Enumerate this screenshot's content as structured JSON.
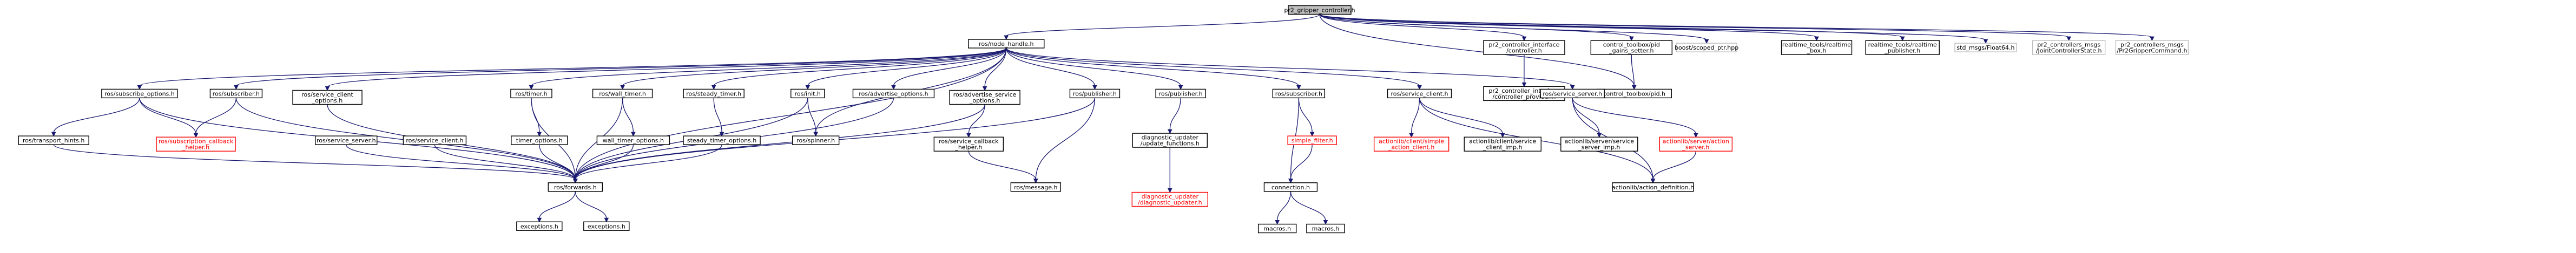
{
  "graph": {
    "root": "pr2_gripper_controller.h",
    "colors": {
      "edge": "#191970",
      "root_fill": "#bfbfbf",
      "missing_border": "#ff0000",
      "external_border": "#bfbfbf"
    },
    "nodes": [
      {
        "id": "root",
        "lines": [
          "pr2_gripper_controller.h"
        ],
        "style": "root"
      },
      {
        "id": "node_handle",
        "lines": [
          "ros/node_handle.h"
        ]
      },
      {
        "id": "pci",
        "lines": [
          "pr2_controller_interface",
          "/controller.h"
        ]
      },
      {
        "id": "pid_gains",
        "lines": [
          "control_toolbox/pid",
          "_gains_setter.h"
        ]
      },
      {
        "id": "scoped_ptr",
        "lines": [
          "boost/scoped_ptr.hpp"
        ],
        "style": "ext"
      },
      {
        "id": "rt_box",
        "lines": [
          "realtime_tools/realtime",
          "_box.h"
        ]
      },
      {
        "id": "rt_pub",
        "lines": [
          "realtime_tools/realtime",
          "_publisher.h"
        ]
      },
      {
        "id": "float64",
        "lines": [
          "std_msgs/Float64.h"
        ],
        "style": "ext"
      },
      {
        "id": "jcs",
        "lines": [
          "pr2_controllers_msgs",
          "/JointControllerState.h"
        ],
        "style": "ext"
      },
      {
        "id": "gripcmd",
        "lines": [
          "pr2_controllers_msgs",
          "/Pr2GripperCommand.h"
        ],
        "style": "ext"
      },
      {
        "id": "pci_prov",
        "lines": [
          "pr2_controller_interface",
          "/controller_provider.h"
        ]
      },
      {
        "id": "pid",
        "lines": [
          "control_toolbox/pid.h"
        ]
      },
      {
        "id": "sub_opts",
        "lines": [
          "ros/subscribe_options.h"
        ]
      },
      {
        "id": "subscriber",
        "lines": [
          "ros/subscriber.h"
        ]
      },
      {
        "id": "svc_client_opts",
        "lines": [
          "ros/service_client",
          "_options.h"
        ]
      },
      {
        "id": "timer",
        "lines": [
          "ros/timer.h"
        ]
      },
      {
        "id": "wall_timer",
        "lines": [
          "ros/wall_timer.h"
        ]
      },
      {
        "id": "steady_timer",
        "lines": [
          "ros/steady_timer.h"
        ]
      },
      {
        "id": "init",
        "lines": [
          "ros/init.h"
        ]
      },
      {
        "id": "adv_opts",
        "lines": [
          "ros/advertise_options.h"
        ]
      },
      {
        "id": "adv_svc_opts",
        "lines": [
          "ros/advertise_service",
          "_options.h"
        ]
      },
      {
        "id": "publisher",
        "lines": [
          "ros/publisher.h"
        ]
      },
      {
        "id": "pub_h",
        "lines": [
          "ros/publisher.h"
        ]
      },
      {
        "id": "subscriber2",
        "lines": [
          "ros/subscriber.h"
        ]
      },
      {
        "id": "svc_client",
        "lines": [
          "ros/service_client.h"
        ]
      },
      {
        "id": "svc_server",
        "lines": [
          "ros/service_server.h"
        ]
      },
      {
        "id": "transport_hints",
        "lines": [
          "ros/transport_hints.h"
        ]
      },
      {
        "id": "sub_cb_helper",
        "lines": [
          "ros/subscription_callback",
          "_helper.h"
        ],
        "style": "red"
      },
      {
        "id": "svc_server_h",
        "lines": [
          "ros/service_server.h"
        ]
      },
      {
        "id": "svc_client_h",
        "lines": [
          "ros/service_client.h"
        ]
      },
      {
        "id": "timer_opts",
        "lines": [
          "timer_options.h"
        ]
      },
      {
        "id": "wall_timer_opts",
        "lines": [
          "wall_timer_options.h"
        ]
      },
      {
        "id": "steady_timer_opts",
        "lines": [
          "steady_timer_options.h"
        ]
      },
      {
        "id": "spinner",
        "lines": [
          "ros/spinner.h"
        ]
      },
      {
        "id": "svc_cb_helper",
        "lines": [
          "ros/service_callback",
          "_helper.h"
        ]
      },
      {
        "id": "diag_funcs",
        "lines": [
          "diagnostic_updater",
          "/update_functions.h"
        ]
      },
      {
        "id": "simple_filter",
        "lines": [
          "simple_filter.h"
        ],
        "style": "red"
      },
      {
        "id": "al_simple",
        "lines": [
          "actionlib/client/simple",
          "_action_client.h"
        ],
        "style": "red"
      },
      {
        "id": "al_client_imp",
        "lines": [
          "actionlib/client/service",
          "_client_imp.h"
        ]
      },
      {
        "id": "al_server_imp",
        "lines": [
          "actionlib/server/service",
          "_server_imp.h"
        ]
      },
      {
        "id": "al_action_server",
        "lines": [
          "actionlib/server/action",
          "_server.h"
        ],
        "style": "red"
      },
      {
        "id": "forwards",
        "lines": [
          "ros/forwards.h"
        ]
      },
      {
        "id": "message",
        "lines": [
          "ros/message.h"
        ]
      },
      {
        "id": "diag_updater",
        "lines": [
          "diagnostic_updater",
          "/diagnostic_updater.h"
        ],
        "style": "red"
      },
      {
        "id": "connection",
        "lines": [
          "connection.h"
        ]
      },
      {
        "id": "al_def",
        "lines": [
          "actionlib/action_definition.h"
        ]
      },
      {
        "id": "exceptions1",
        "lines": [
          "exceptions.h"
        ]
      },
      {
        "id": "exceptions2",
        "lines": [
          "exceptions.h"
        ]
      },
      {
        "id": "macros1",
        "lines": [
          "macros.h"
        ]
      },
      {
        "id": "macros2",
        "lines": [
          "macros.h"
        ]
      }
    ],
    "edges": [
      [
        "root",
        "node_handle"
      ],
      [
        "root",
        "pci"
      ],
      [
        "root",
        "pid_gains"
      ],
      [
        "root",
        "scoped_ptr"
      ],
      [
        "root",
        "rt_box"
      ],
      [
        "root",
        "rt_pub"
      ],
      [
        "root",
        "float64"
      ],
      [
        "root",
        "jcs"
      ],
      [
        "root",
        "gripcmd"
      ],
      [
        "root",
        "pid"
      ],
      [
        "pci",
        "pci_prov"
      ],
      [
        "pid_gains",
        "pid"
      ],
      [
        "node_handle",
        "sub_opts"
      ],
      [
        "node_handle",
        "subscriber"
      ],
      [
        "node_handle",
        "svc_client_opts"
      ],
      [
        "node_handle",
        "timer"
      ],
      [
        "node_handle",
        "wall_timer"
      ],
      [
        "node_handle",
        "steady_timer"
      ],
      [
        "node_handle",
        "init"
      ],
      [
        "node_handle",
        "adv_opts"
      ],
      [
        "node_handle",
        "adv_svc_opts"
      ],
      [
        "node_handle",
        "publisher"
      ],
      [
        "node_handle",
        "pub_h"
      ],
      [
        "node_handle",
        "subscriber2"
      ],
      [
        "node_handle",
        "svc_client"
      ],
      [
        "node_handle",
        "svc_server"
      ],
      [
        "node_handle",
        "spinner"
      ],
      [
        "node_handle",
        "forwards"
      ],
      [
        "sub_opts",
        "transport_hints"
      ],
      [
        "sub_opts",
        "sub_cb_helper"
      ],
      [
        "sub_opts",
        "forwards"
      ],
      [
        "subscriber",
        "sub_cb_helper"
      ],
      [
        "subscriber",
        "forwards"
      ],
      [
        "svc_client_opts",
        "forwards"
      ],
      [
        "timer",
        "timer_opts"
      ],
      [
        "timer",
        "forwards"
      ],
      [
        "wall_timer",
        "wall_timer_opts"
      ],
      [
        "wall_timer",
        "forwards"
      ],
      [
        "steady_timer",
        "steady_timer_opts"
      ],
      [
        "init",
        "spinner"
      ],
      [
        "init",
        "forwards"
      ],
      [
        "adv_opts",
        "forwards"
      ],
      [
        "adv_svc_opts",
        "svc_cb_helper"
      ],
      [
        "adv_svc_opts",
        "forwards"
      ],
      [
        "publisher",
        "message"
      ],
      [
        "publisher",
        "forwards"
      ],
      [
        "pub_h",
        "diag_funcs"
      ],
      [
        "diag_funcs",
        "diag_updater"
      ],
      [
        "subscriber2",
        "simple_filter"
      ],
      [
        "subscriber2",
        "connection"
      ],
      [
        "simple_filter",
        "connection"
      ],
      [
        "svc_client",
        "al_simple"
      ],
      [
        "svc_client",
        "al_client_imp"
      ],
      [
        "svc_client",
        "al_def"
      ],
      [
        "svc_server",
        "al_server_imp"
      ],
      [
        "svc_server",
        "al_action_server"
      ],
      [
        "svc_server",
        "al_def"
      ],
      [
        "al_action_server",
        "al_def"
      ],
      [
        "transport_hints",
        "forwards"
      ],
      [
        "svc_server_h",
        "forwards"
      ],
      [
        "svc_client_h",
        "forwards"
      ],
      [
        "timer_opts",
        "forwards"
      ],
      [
        "wall_timer_opts",
        "forwards"
      ],
      [
        "steady_timer_opts",
        "forwards"
      ],
      [
        "svc_cb_helper",
        "message"
      ],
      [
        "forwards",
        "exceptions1"
      ],
      [
        "forwards",
        "exceptions2"
      ],
      [
        "connection",
        "macros1"
      ],
      [
        "connection",
        "macros2"
      ]
    ]
  }
}
